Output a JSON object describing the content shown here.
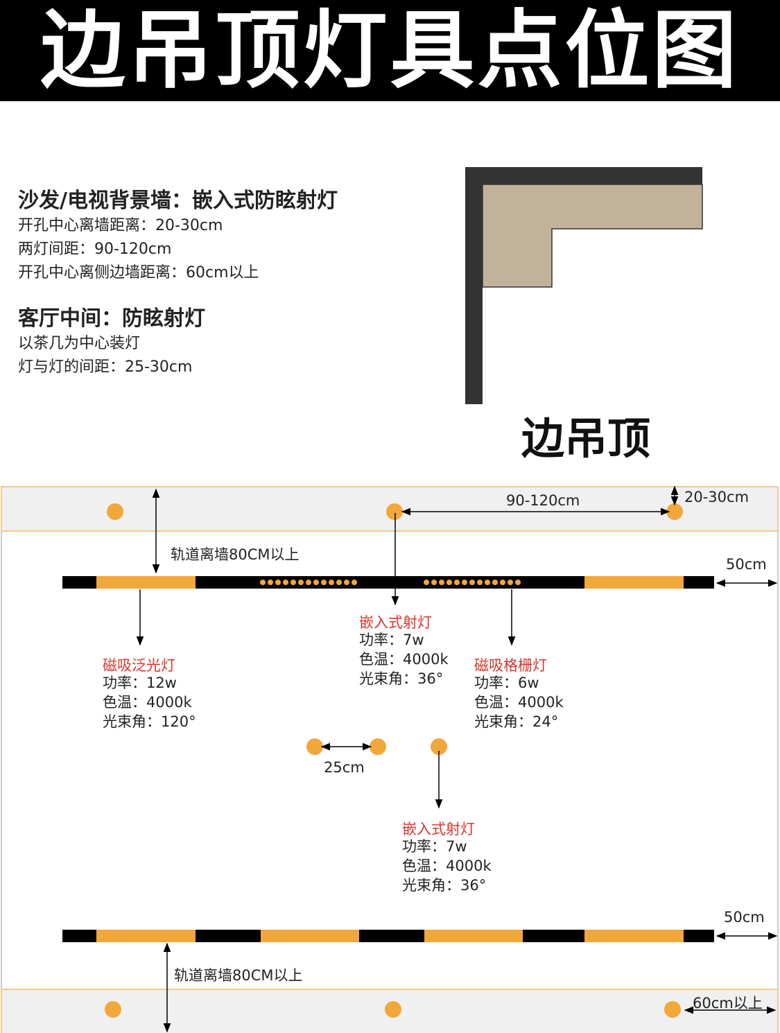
{
  "title": "边吊顶灯具点位图",
  "intro": {
    "section1": {
      "heading": "沙发/电视背景墙：嵌入式防眩射灯",
      "lines": [
        "开孔中心离墙距离：20-30cm",
        "两灯间距：90-120cm",
        "开孔中心离侧边墙距离：60cm以上"
      ]
    },
    "section2": {
      "heading": "客厅中间：防眩射灯",
      "lines": [
        "以茶几为中心装灯",
        "灯与灯的间距：25-30cm"
      ]
    }
  },
  "profile": {
    "caption": "边吊顶",
    "colors": {
      "frame": "#333333",
      "panel": "#c2b29a"
    }
  },
  "plan": {
    "dims": {
      "spacing_top": "90-120cm",
      "wall_offset_top": "20-30cm",
      "track_margin_top": "50cm",
      "track_margin_bottom": "50cm",
      "spot_gap": "25cm",
      "side_wall": "60cm以上"
    },
    "track_note_top": "轨道离墙80CM以上",
    "track_note_bottom": "轨道离墙80CM以上",
    "fixtures": [
      {
        "name": "嵌入式射灯",
        "specs": [
          "功率：7w",
          "色温：4000k",
          "光束角：36°"
        ]
      },
      {
        "name": "磁吸泛光灯",
        "specs": [
          "功率：12w",
          "色温：4000k",
          "光束角：120°"
        ]
      },
      {
        "name": "磁吸格栅灯",
        "specs": [
          "功率：6w",
          "色温：4000k",
          "光束角：24°"
        ]
      },
      {
        "name": "嵌入式射灯",
        "specs": [
          "功率：7w",
          "色温：4000k",
          "光束角：36°"
        ]
      }
    ],
    "colors": {
      "accent": "#f2a73b",
      "track": "#000000",
      "band": "#f0f0f0",
      "band_border": "#f3c98a",
      "label_red": "#d9362b"
    }
  }
}
